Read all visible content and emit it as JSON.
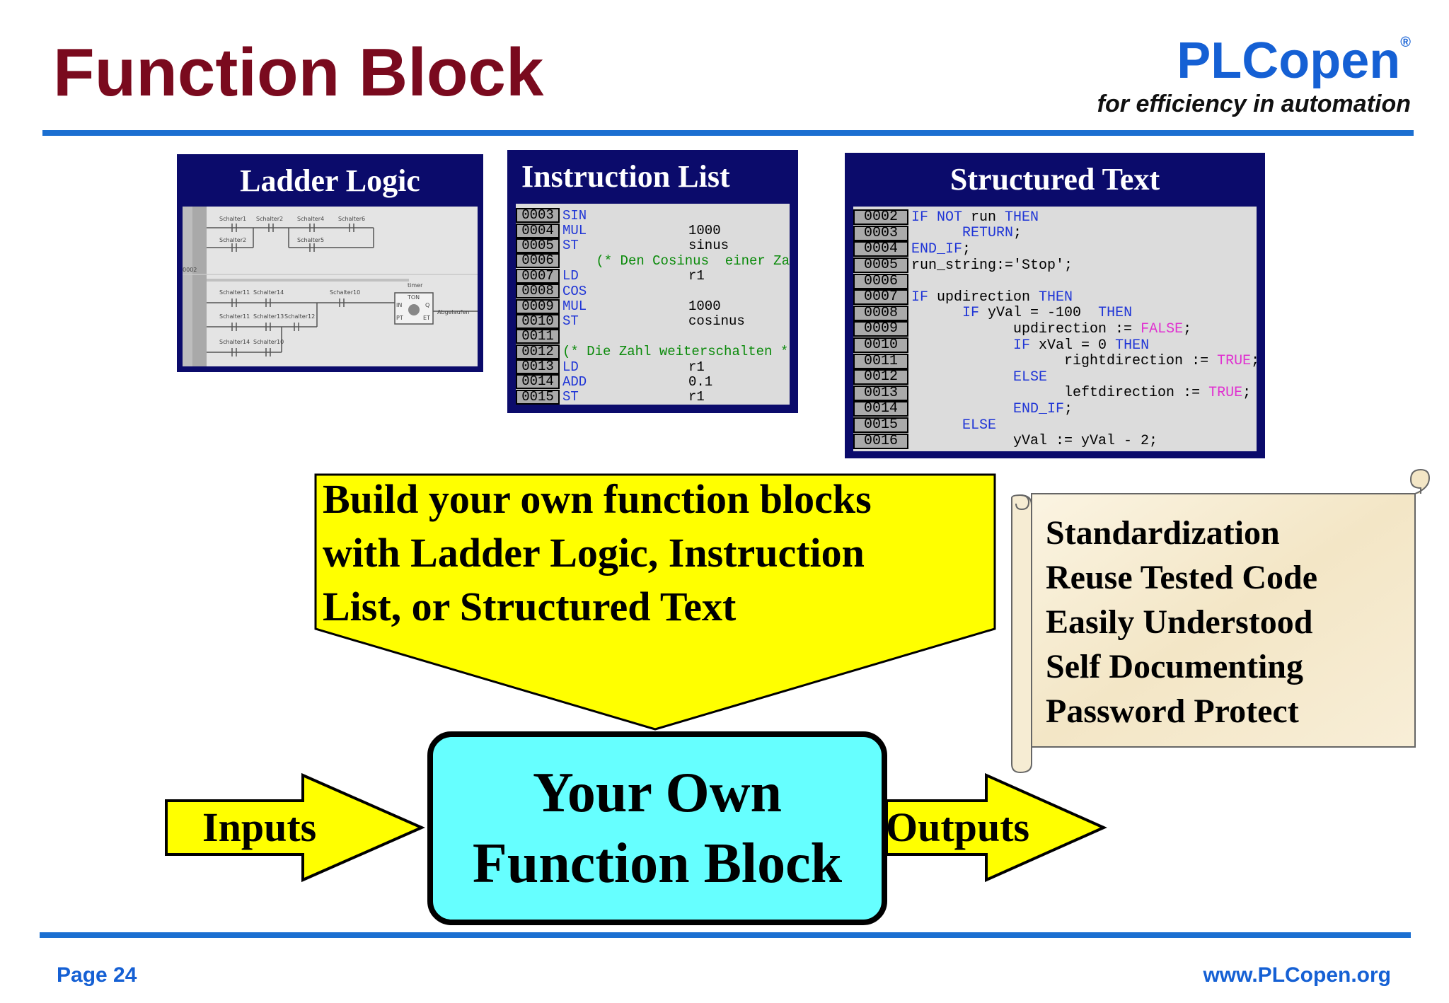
{
  "header": {
    "title": "Function Block"
  },
  "logo": {
    "name": "PLCopen",
    "registered": "®",
    "tagline": "for efficiency in automation"
  },
  "panels": {
    "ladder": {
      "title": "Ladder Logic",
      "labels": [
        "Schalter1",
        "Schalter2",
        "Schalter4",
        "Schalter6",
        "Schalter2",
        "Schalter5",
        "0002",
        "Schalter11",
        "Schalter14",
        "Schalter10",
        "timer",
        "TON",
        "Schalter11",
        "Schalter13",
        "Schalter12",
        "Schalter14",
        "Schalter10",
        "IN",
        "PT",
        "Q",
        "ET",
        "Abgelaufen"
      ]
    },
    "instruction": {
      "title": "Instruction List",
      "lines": [
        {
          "n": "0003",
          "op": "SIN",
          "arg": "",
          "type": "kw"
        },
        {
          "n": "0004",
          "op": "MUL",
          "arg": "1000",
          "type": "kw"
        },
        {
          "n": "0005",
          "op": "ST",
          "arg": "sinus",
          "type": "kw"
        },
        {
          "n": "0006",
          "op": "",
          "arg": "(* Den Cosinus  einer Za",
          "type": "cm"
        },
        {
          "n": "0007",
          "op": "LD",
          "arg": "r1",
          "type": "kw"
        },
        {
          "n": "0008",
          "op": "COS",
          "arg": "",
          "type": "kw"
        },
        {
          "n": "0009",
          "op": "MUL",
          "arg": "1000",
          "type": "kw"
        },
        {
          "n": "0010",
          "op": "ST",
          "arg": "cosinus",
          "type": "kw"
        },
        {
          "n": "0011",
          "op": "",
          "arg": "",
          "type": "kw"
        },
        {
          "n": "0012",
          "op": "(* Die Zahl weiterschalten *)",
          "arg": "",
          "type": "cm"
        },
        {
          "n": "0013",
          "op": "LD",
          "arg": "r1",
          "type": "kw"
        },
        {
          "n": "0014",
          "op": "ADD",
          "arg": "0.1",
          "type": "kw"
        },
        {
          "n": "0015",
          "op": "ST",
          "arg": "r1",
          "type": "kw"
        }
      ]
    },
    "structured": {
      "title": "Structured Text",
      "lines": [
        {
          "n": "0002",
          "parts": [
            [
              "kw",
              "IF NOT "
            ],
            [
              "tx",
              "run "
            ],
            [
              "kw",
              "THEN"
            ]
          ]
        },
        {
          "n": "0003",
          "parts": [
            [
              "tx",
              "      "
            ],
            [
              "kw",
              "RETURN"
            ],
            [
              "tx",
              ";"
            ]
          ]
        },
        {
          "n": "0004",
          "parts": [
            [
              "kw",
              "END_IF"
            ],
            [
              "tx",
              ";"
            ]
          ]
        },
        {
          "n": "0005",
          "parts": [
            [
              "tx",
              "run_string:='Stop';"
            ]
          ]
        },
        {
          "n": "0006",
          "parts": []
        },
        {
          "n": "0007",
          "parts": [
            [
              "kw",
              "IF "
            ],
            [
              "tx",
              "updirection "
            ],
            [
              "kw",
              "THEN"
            ]
          ]
        },
        {
          "n": "0008",
          "parts": [
            [
              "tx",
              "      "
            ],
            [
              "kw",
              "IF "
            ],
            [
              "tx",
              "yVal = -100  "
            ],
            [
              "kw",
              "THEN"
            ]
          ]
        },
        {
          "n": "0009",
          "parts": [
            [
              "tx",
              "            updirection := "
            ],
            [
              "pk",
              "FALSE"
            ],
            [
              "tx",
              ";"
            ]
          ]
        },
        {
          "n": "0010",
          "parts": [
            [
              "tx",
              "            "
            ],
            [
              "kw",
              "IF "
            ],
            [
              "tx",
              "xVal = 0 "
            ],
            [
              "kw",
              "THEN"
            ]
          ]
        },
        {
          "n": "0011",
          "parts": [
            [
              "tx",
              "                  rightdirection := "
            ],
            [
              "pk",
              "TRUE"
            ],
            [
              "tx",
              ";"
            ]
          ]
        },
        {
          "n": "0012",
          "parts": [
            [
              "tx",
              "            "
            ],
            [
              "kw",
              "ELSE"
            ]
          ]
        },
        {
          "n": "0013",
          "parts": [
            [
              "tx",
              "                  leftdirection := "
            ],
            [
              "pk",
              "TRUE"
            ],
            [
              "tx",
              ";"
            ]
          ]
        },
        {
          "n": "0014",
          "parts": [
            [
              "tx",
              "            "
            ],
            [
              "kw",
              "END_IF"
            ],
            [
              "tx",
              ";"
            ]
          ]
        },
        {
          "n": "0015",
          "parts": [
            [
              "tx",
              "      "
            ],
            [
              "kw",
              "ELSE"
            ]
          ]
        },
        {
          "n": "0016",
          "parts": [
            [
              "tx",
              "            yVal := yVal - 2;"
            ]
          ]
        }
      ]
    }
  },
  "callout": {
    "lines": [
      "Build your own function blocks",
      "with Ladder Logic, Instruction",
      "List, or Structured Text"
    ]
  },
  "scroll": {
    "items": [
      "Standardization",
      "Reuse Tested Code",
      "Easily Understood",
      "Self Documenting",
      "Password Protect"
    ]
  },
  "function_block": {
    "lines": [
      "Your Own",
      "Function Block"
    ]
  },
  "arrows": {
    "inputs": "Inputs",
    "outputs": "Outputs"
  },
  "footer": {
    "page": "Page  24",
    "url": "www.PLCopen.org"
  },
  "colors": {
    "title": "#7a0a1e",
    "brand": "#1560d4",
    "rule": "#1b6fd1",
    "panel": "#0b0b6b",
    "yellow": "#ffff00",
    "cyan": "#66ffff"
  }
}
